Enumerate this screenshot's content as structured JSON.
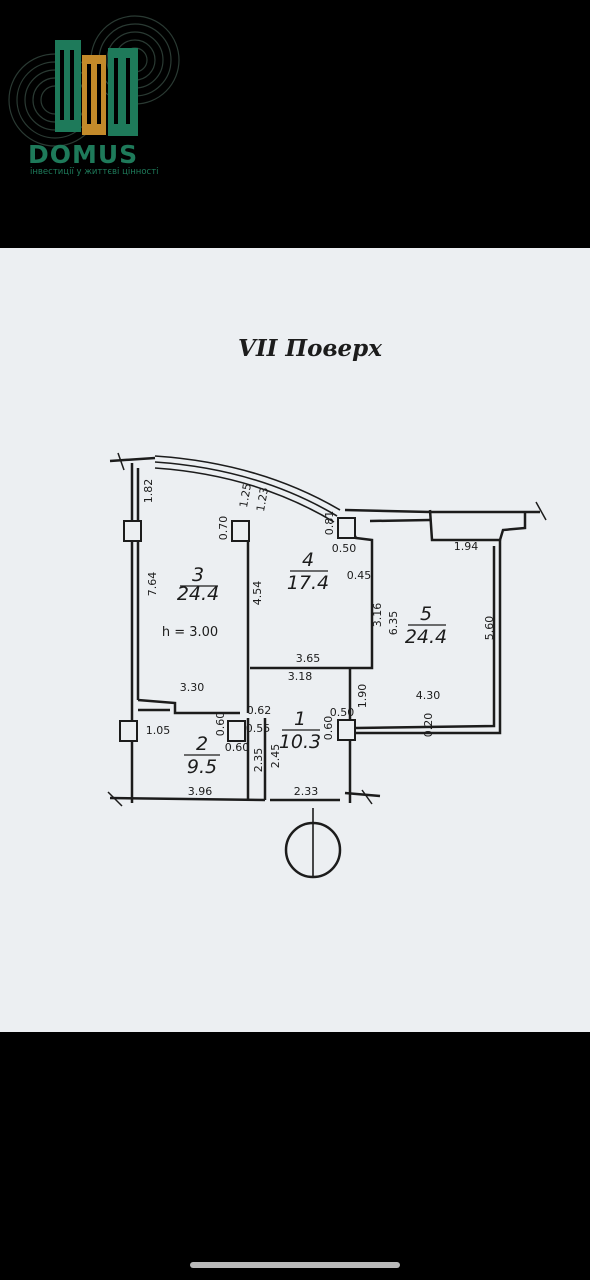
{
  "logo": {
    "brand": "DOMUS",
    "tagline": "інвестиції у життєві цінності",
    "colors": {
      "green": "#1e7a5a",
      "gold": "#c38a2a",
      "ring": "#2a3a33"
    }
  },
  "plan": {
    "title": "VII  Поверх",
    "ceiling_note": "h = 3.00",
    "rooms": [
      {
        "number": "1",
        "area": "10.3"
      },
      {
        "number": "2",
        "area": "9.5"
      },
      {
        "number": "3",
        "area": "24.4"
      },
      {
        "number": "4",
        "area": "17.4"
      },
      {
        "number": "5",
        "area": "24.4"
      }
    ],
    "dimensions": {
      "d182": "1.82",
      "d764": "7.64",
      "d070": "0.70",
      "d125": "1.25",
      "d123": "1.23",
      "d081": "0.81",
      "d050a": "0.50",
      "d194": "1.94",
      "d045": "0.45",
      "d454": "4.54",
      "d316": "3.16",
      "d635": "6.35",
      "d560": "5.60",
      "d365": "3.65",
      "d318": "3.18",
      "d330": "3.30",
      "d062": "0.62",
      "d190": "1.90",
      "d430": "4.30",
      "d105": "1.05",
      "d060a": "0.60",
      "d055": "0.55",
      "d060b": "0.60",
      "d050b": "0.50",
      "d020": "0.20",
      "d060c": "0.60",
      "d235": "2.35",
      "d245": "2.45",
      "d396": "3.96",
      "d233": "2.33"
    }
  }
}
